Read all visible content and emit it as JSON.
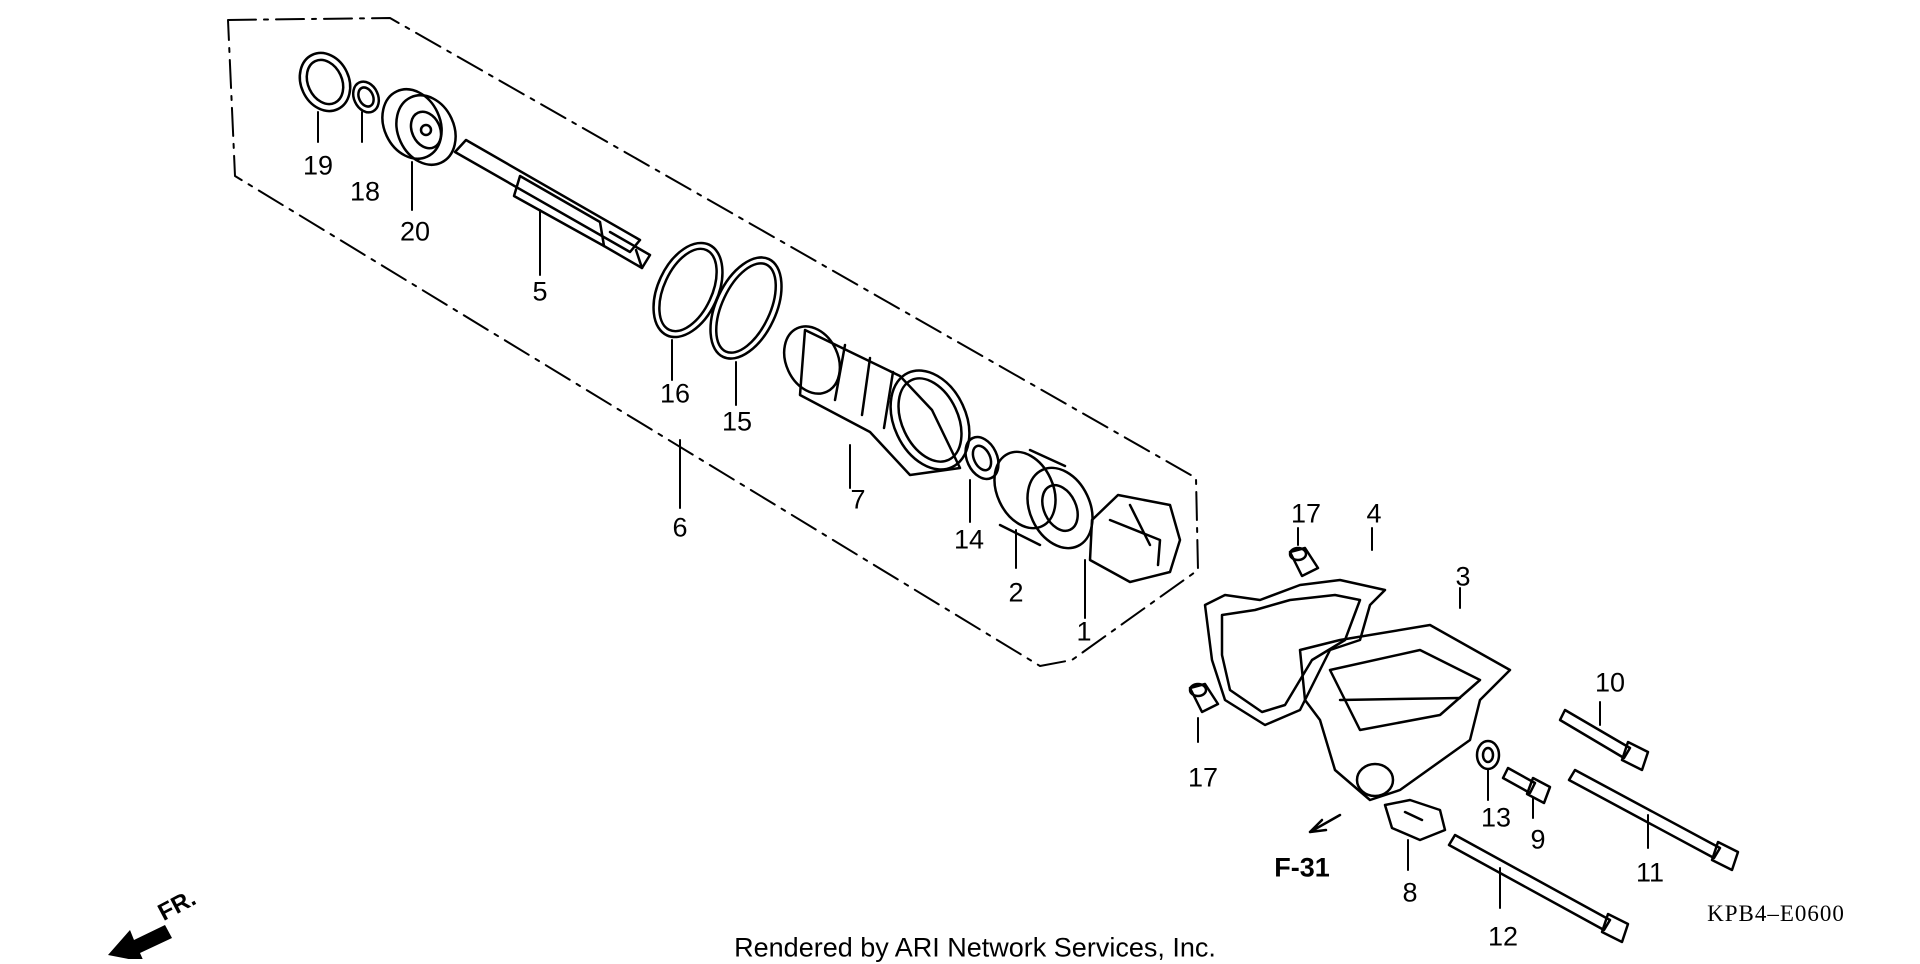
{
  "callouts": [
    {
      "label": "19"
    },
    {
      "label": "18"
    },
    {
      "label": "20"
    },
    {
      "label": "5"
    },
    {
      "label": "16"
    },
    {
      "label": "15"
    },
    {
      "label": "6"
    },
    {
      "label": "7"
    },
    {
      "label": "14"
    },
    {
      "label": "2"
    },
    {
      "label": "1"
    },
    {
      "label": "17"
    },
    {
      "label": "4"
    },
    {
      "label": "3"
    },
    {
      "label": "17"
    },
    {
      "label": "10"
    },
    {
      "label": "13"
    },
    {
      "label": "9"
    },
    {
      "label": "11"
    },
    {
      "label": "8"
    },
    {
      "label": "12"
    }
  ],
  "reference_label": "F-31",
  "front_indicator": "FR.",
  "diagram_code": "KPB4–E0600",
  "credit_text": "Rendered by ARI Network Services, Inc."
}
